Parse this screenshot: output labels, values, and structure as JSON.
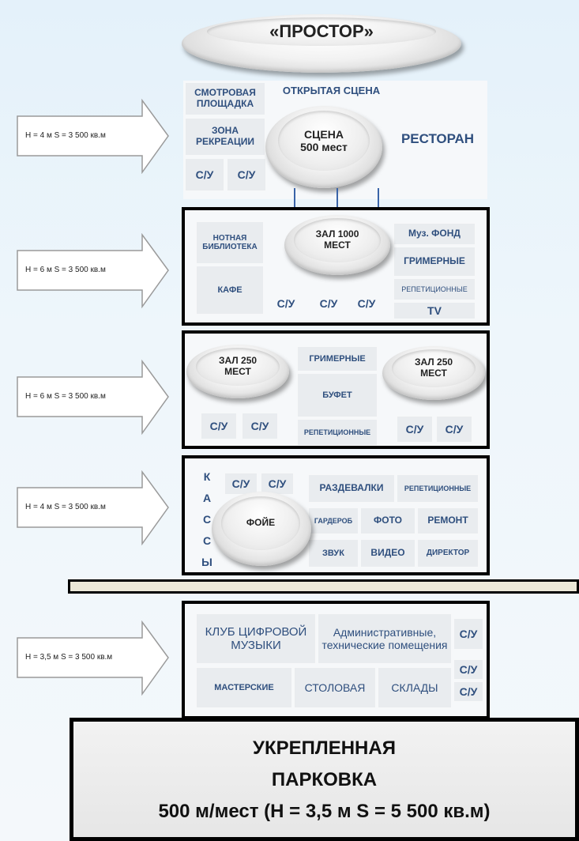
{
  "roof": {
    "title": "«ПРОСТОР»"
  },
  "floors": {
    "f1": {
      "arrow": "Н = 4 м    S = 3 500 кв.м",
      "viewing": "СМОТРОВАЯ ПЛОЩАДКА",
      "open_stage": "ОТКРЫТАЯ СЦЕНА",
      "recreation": "ЗОНА РЕКРЕАЦИИ",
      "wc1": "С/У",
      "wc2": "С/У",
      "stage": "СЦЕНА 500 мест",
      "restaurant": "РЕСТОРАН"
    },
    "f2": {
      "arrow": "Н = 6 м    S = 3 500 кв.м",
      "library": "НОТНАЯ БИБЛИОТЕКА",
      "cafe": "КАФЕ",
      "hall": "ЗАЛ 1000 МЕСТ",
      "wc1": "С/У",
      "wc2": "С/У",
      "wc3": "С/У",
      "music_fund": "Муз. ФОНД",
      "makeup": "ГРИМЕРНЫЕ",
      "rehearsal": "РЕПЕТИЦИОННЫЕ",
      "tv": "TV"
    },
    "f3": {
      "arrow": "Н = 6 м    S = 3 500 кв.м",
      "hall_left": "ЗАЛ 250 МЕСТ",
      "hall_right": "ЗАЛ 250 МЕСТ",
      "makeup": "ГРИМЕРНЫЕ",
      "buffet": "БУФЕТ",
      "rehearsal": "РЕПЕТИЦИОННЫЕ",
      "wc1": "С/У",
      "wc2": "С/У",
      "wc3": "С/У",
      "wc4": "С/У"
    },
    "f4": {
      "arrow": "Н = 4 м    S = 3 500 кв.м",
      "kassy": [
        "К",
        "А",
        "С",
        "С",
        "Ы"
      ],
      "wc1": "С/У",
      "wc2": "С/У",
      "foyer": "ФОЙЕ",
      "cloakrooms": "РАЗДЕВАЛКИ",
      "rehearsal": "РЕПЕТИЦИОННЫЕ",
      "wardrobe": "ГАРДЕРОБ",
      "photo": "ФОТО",
      "repair": "РЕМОНТ",
      "sound": "ЗВУК",
      "video": "ВИДЕО",
      "director": "ДИРЕКТОР"
    },
    "f5": {
      "arrow": "Н = 3,5 м  S = 3 500 кв.м",
      "club": "КЛУБ ЦИФРОВОЙ МУЗЫКИ",
      "admin": "Административные, технические помещения",
      "workshops": "МАСТЕРСКИЕ",
      "canteen": "СТОЛОВАЯ",
      "storage": "СКЛАДЫ",
      "wc1": "С/У",
      "wc2": "С/У",
      "wc3": "С/У"
    }
  },
  "parking": {
    "line1": "УКРЕПЛЕННАЯ",
    "line2": "ПАРКОВКА",
    "line3": "500 м/мест (Н = 3,5 м    S = 5 500 кв.м)"
  },
  "icons": {
    "arrow": "right-arrow-icon"
  },
  "colors": {
    "text": "#2f4f7e",
    "cell": "#e9ecef",
    "border": "#000000"
  }
}
